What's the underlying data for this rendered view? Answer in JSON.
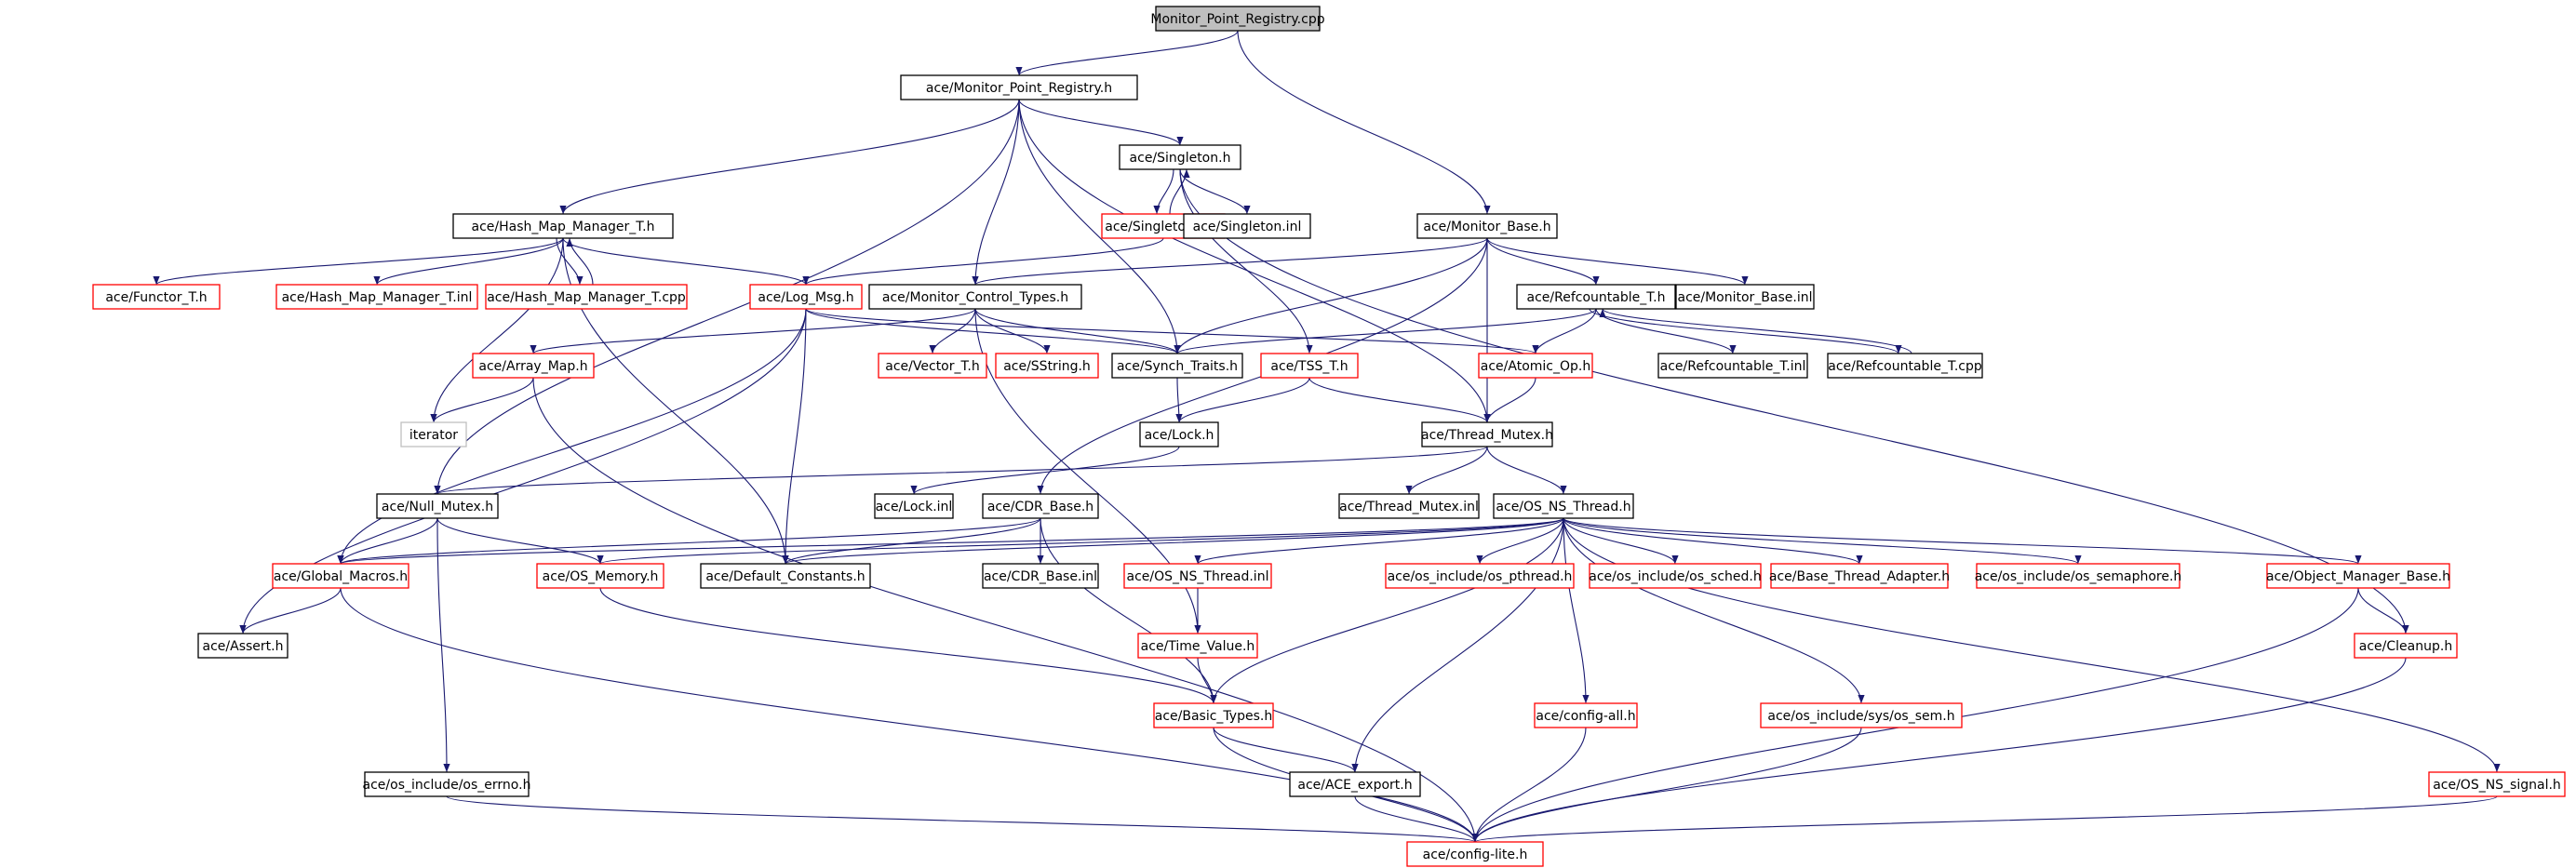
{
  "colors": {
    "edge": "#191970",
    "border_found": "#000000",
    "border_missing": "#ff0000",
    "border_external": "#bfbfbf",
    "root_fill": "#bfbfbf",
    "node_fill": "#ffffff"
  },
  "nodes": [
    {
      "id": "root",
      "label": "Monitor_Point_Registry.cpp",
      "kind": "root"
    },
    {
      "id": "mpr_h",
      "label": "ace/Monitor_Point_Registry.h",
      "kind": "found"
    },
    {
      "id": "singleton_h",
      "label": "ace/Singleton.h",
      "kind": "found"
    },
    {
      "id": "singleton_cpp",
      "label": "ace/Singleton.cpp",
      "kind": "missing"
    },
    {
      "id": "singleton_inl",
      "label": "ace/Singleton.inl",
      "kind": "found"
    },
    {
      "id": "hmm_h",
      "label": "ace/Hash_Map_Manager_T.h",
      "kind": "found"
    },
    {
      "id": "monitor_base_h",
      "label": "ace/Monitor_Base.h",
      "kind": "found"
    },
    {
      "id": "functor_h",
      "label": "ace/Functor_T.h",
      "kind": "missing"
    },
    {
      "id": "hmm_inl",
      "label": "ace/Hash_Map_Manager_T.inl",
      "kind": "missing"
    },
    {
      "id": "hmm_cpp",
      "label": "ace/Hash_Map_Manager_T.cpp",
      "kind": "missing"
    },
    {
      "id": "log_msg_h",
      "label": "ace/Log_Msg.h",
      "kind": "missing"
    },
    {
      "id": "mct_h",
      "label": "ace/Monitor_Control_Types.h",
      "kind": "found"
    },
    {
      "id": "refcount_h",
      "label": "ace/Refcountable_T.h",
      "kind": "found"
    },
    {
      "id": "monitor_base_inl",
      "label": "ace/Monitor_Base.inl",
      "kind": "found"
    },
    {
      "id": "array_map_h",
      "label": "ace/Array_Map.h",
      "kind": "missing"
    },
    {
      "id": "vector_h",
      "label": "ace/Vector_T.h",
      "kind": "missing"
    },
    {
      "id": "sstring_h",
      "label": "ace/SString.h",
      "kind": "missing"
    },
    {
      "id": "synch_traits_h",
      "label": "ace/Synch_Traits.h",
      "kind": "found"
    },
    {
      "id": "tss_h",
      "label": "ace/TSS_T.h",
      "kind": "missing"
    },
    {
      "id": "atomic_op_h",
      "label": "ace/Atomic_Op.h",
      "kind": "missing"
    },
    {
      "id": "refcount_inl",
      "label": "ace/Refcountable_T.inl",
      "kind": "found"
    },
    {
      "id": "refcount_cpp",
      "label": "ace/Refcountable_T.cpp",
      "kind": "found"
    },
    {
      "id": "iterator",
      "label": "iterator",
      "kind": "external"
    },
    {
      "id": "lock_h",
      "label": "ace/Lock.h",
      "kind": "found"
    },
    {
      "id": "thread_mutex_h",
      "label": "ace/Thread_Mutex.h",
      "kind": "found"
    },
    {
      "id": "null_mutex_h",
      "label": "ace/Null_Mutex.h",
      "kind": "found"
    },
    {
      "id": "lock_inl",
      "label": "ace/Lock.inl",
      "kind": "found"
    },
    {
      "id": "cdr_base_h",
      "label": "ace/CDR_Base.h",
      "kind": "found"
    },
    {
      "id": "thread_mutex_inl",
      "label": "ace/Thread_Mutex.inl",
      "kind": "found"
    },
    {
      "id": "os_ns_thread_h",
      "label": "ace/OS_NS_Thread.h",
      "kind": "found"
    },
    {
      "id": "global_macros_h",
      "label": "ace/Global_Macros.h",
      "kind": "missing"
    },
    {
      "id": "os_memory_h",
      "label": "ace/OS_Memory.h",
      "kind": "missing"
    },
    {
      "id": "default_constants_h",
      "label": "ace/Default_Constants.h",
      "kind": "found"
    },
    {
      "id": "cdr_base_inl",
      "label": "ace/CDR_Base.inl",
      "kind": "found"
    },
    {
      "id": "os_ns_thread_inl",
      "label": "ace/OS_NS_Thread.inl",
      "kind": "missing"
    },
    {
      "id": "os_pthread_h",
      "label": "ace/os_include/os_pthread.h",
      "kind": "missing"
    },
    {
      "id": "os_sched_h",
      "label": "ace/os_include/os_sched.h",
      "kind": "missing"
    },
    {
      "id": "base_thread_adapter_h",
      "label": "ace/Base_Thread_Adapter.h",
      "kind": "missing"
    },
    {
      "id": "os_semaphore_h",
      "label": "ace/os_include/os_semaphore.h",
      "kind": "missing"
    },
    {
      "id": "object_manager_base_h",
      "label": "ace/Object_Manager_Base.h",
      "kind": "missing"
    },
    {
      "id": "assert_h",
      "label": "ace/Assert.h",
      "kind": "found"
    },
    {
      "id": "time_value_h",
      "label": "ace/Time_Value.h",
      "kind": "missing"
    },
    {
      "id": "cleanup_h",
      "label": "ace/Cleanup.h",
      "kind": "missing"
    },
    {
      "id": "basic_types_h",
      "label": "ace/Basic_Types.h",
      "kind": "missing"
    },
    {
      "id": "config_all_h",
      "label": "ace/config-all.h",
      "kind": "missing"
    },
    {
      "id": "os_sem_h",
      "label": "ace/os_include/sys/os_sem.h",
      "kind": "missing"
    },
    {
      "id": "os_errno_h",
      "label": "ace/os_include/os_errno.h",
      "kind": "found"
    },
    {
      "id": "ace_export_h",
      "label": "ace/ACE_export.h",
      "kind": "found"
    },
    {
      "id": "os_ns_signal_h",
      "label": "ace/OS_NS_signal.h",
      "kind": "missing"
    },
    {
      "id": "config_lite_h",
      "label": "ace/config-lite.h",
      "kind": "missing"
    }
  ],
  "edges": [
    [
      "root",
      "mpr_h"
    ],
    [
      "root",
      "monitor_base_h"
    ],
    [
      "mpr_h",
      "singleton_h"
    ],
    [
      "mpr_h",
      "hmm_h"
    ],
    [
      "mpr_h",
      "mct_h"
    ],
    [
      "mpr_h",
      "synch_traits_h"
    ],
    [
      "mpr_h",
      "thread_mutex_h"
    ],
    [
      "mpr_h",
      "null_mutex_h"
    ],
    [
      "singleton_h",
      "singleton_cpp"
    ],
    [
      "singleton_cpp",
      "singleton_h"
    ],
    [
      "singleton_h",
      "singleton_inl"
    ],
    [
      "singleton_h",
      "tss_h"
    ],
    [
      "singleton_h",
      "cleanup_h"
    ],
    [
      "singleton_cpp",
      "log_msg_h"
    ],
    [
      "hmm_h",
      "functor_h"
    ],
    [
      "hmm_h",
      "hmm_inl"
    ],
    [
      "hmm_h",
      "hmm_cpp"
    ],
    [
      "hmm_cpp",
      "hmm_h"
    ],
    [
      "hmm_h",
      "log_msg_h"
    ],
    [
      "hmm_h",
      "iterator"
    ],
    [
      "hmm_h",
      "default_constants_h"
    ],
    [
      "monitor_base_h",
      "mct_h"
    ],
    [
      "monitor_base_h",
      "refcount_h"
    ],
    [
      "monitor_base_h",
      "monitor_base_inl"
    ],
    [
      "monitor_base_h",
      "synch_traits_h"
    ],
    [
      "monitor_base_h",
      "thread_mutex_h"
    ],
    [
      "monitor_base_h",
      "cdr_base_h"
    ],
    [
      "log_msg_h",
      "synch_traits_h"
    ],
    [
      "log_msg_h",
      "atomic_op_h"
    ],
    [
      "log_msg_h",
      "global_macros_h"
    ],
    [
      "log_msg_h",
      "default_constants_h"
    ],
    [
      "log_msg_h",
      "assert_h"
    ],
    [
      "mct_h",
      "array_map_h"
    ],
    [
      "mct_h",
      "vector_h"
    ],
    [
      "mct_h",
      "sstring_h"
    ],
    [
      "mct_h",
      "synch_traits_h"
    ],
    [
      "mct_h",
      "time_value_h"
    ],
    [
      "refcount_h",
      "refcount_inl"
    ],
    [
      "refcount_h",
      "refcount_cpp"
    ],
    [
      "refcount_cpp",
      "refcount_h"
    ],
    [
      "refcount_h",
      "atomic_op_h"
    ],
    [
      "refcount_h",
      "synch_traits_h"
    ],
    [
      "array_map_h",
      "iterator"
    ],
    [
      "array_map_h",
      "config_lite_h"
    ],
    [
      "synch_traits_h",
      "lock_h"
    ],
    [
      "tss_h",
      "lock_h"
    ],
    [
      "tss_h",
      "thread_mutex_h"
    ],
    [
      "atomic_op_h",
      "thread_mutex_h"
    ],
    [
      "lock_h",
      "lock_inl"
    ],
    [
      "thread_mutex_h",
      "null_mutex_h"
    ],
    [
      "thread_mutex_h",
      "thread_mutex_inl"
    ],
    [
      "thread_mutex_h",
      "os_ns_thread_h"
    ],
    [
      "null_mutex_h",
      "global_macros_h"
    ],
    [
      "null_mutex_h",
      "os_memory_h"
    ],
    [
      "null_mutex_h",
      "os_errno_h"
    ],
    [
      "cdr_base_h",
      "default_constants_h"
    ],
    [
      "cdr_base_h",
      "cdr_base_inl"
    ],
    [
      "cdr_base_h",
      "basic_types_h"
    ],
    [
      "cdr_base_h",
      "global_macros_h"
    ],
    [
      "os_ns_thread_h",
      "global_macros_h"
    ],
    [
      "os_ns_thread_h",
      "os_memory_h"
    ],
    [
      "os_ns_thread_h",
      "default_constants_h"
    ],
    [
      "os_ns_thread_h",
      "os_ns_thread_inl"
    ],
    [
      "os_ns_thread_h",
      "os_pthread_h"
    ],
    [
      "os_ns_thread_h",
      "os_sched_h"
    ],
    [
      "os_ns_thread_h",
      "base_thread_adapter_h"
    ],
    [
      "os_ns_thread_h",
      "os_semaphore_h"
    ],
    [
      "os_ns_thread_h",
      "object_manager_base_h"
    ],
    [
      "os_ns_thread_h",
      "basic_types_h"
    ],
    [
      "os_ns_thread_h",
      "ace_export_h"
    ],
    [
      "os_ns_thread_h",
      "config_all_h"
    ],
    [
      "os_ns_thread_h",
      "os_sem_h"
    ],
    [
      "os_ns_thread_h",
      "os_ns_signal_h"
    ],
    [
      "global_macros_h",
      "assert_h"
    ],
    [
      "global_macros_h",
      "config_lite_h"
    ],
    [
      "os_memory_h",
      "basic_types_h"
    ],
    [
      "os_ns_thread_inl",
      "time_value_h"
    ],
    [
      "time_value_h",
      "basic_types_h"
    ],
    [
      "object_manager_base_h",
      "cleanup_h"
    ],
    [
      "object_manager_base_h",
      "config_lite_h"
    ],
    [
      "cleanup_h",
      "config_lite_h"
    ],
    [
      "basic_types_h",
      "ace_export_h"
    ],
    [
      "basic_types_h",
      "config_lite_h"
    ],
    [
      "config_all_h",
      "config_lite_h"
    ],
    [
      "os_sem_h",
      "config_lite_h"
    ],
    [
      "os_errno_h",
      "config_lite_h"
    ],
    [
      "ace_export_h",
      "config_lite_h"
    ],
    [
      "os_ns_signal_h",
      "config_lite_h"
    ]
  ]
}
